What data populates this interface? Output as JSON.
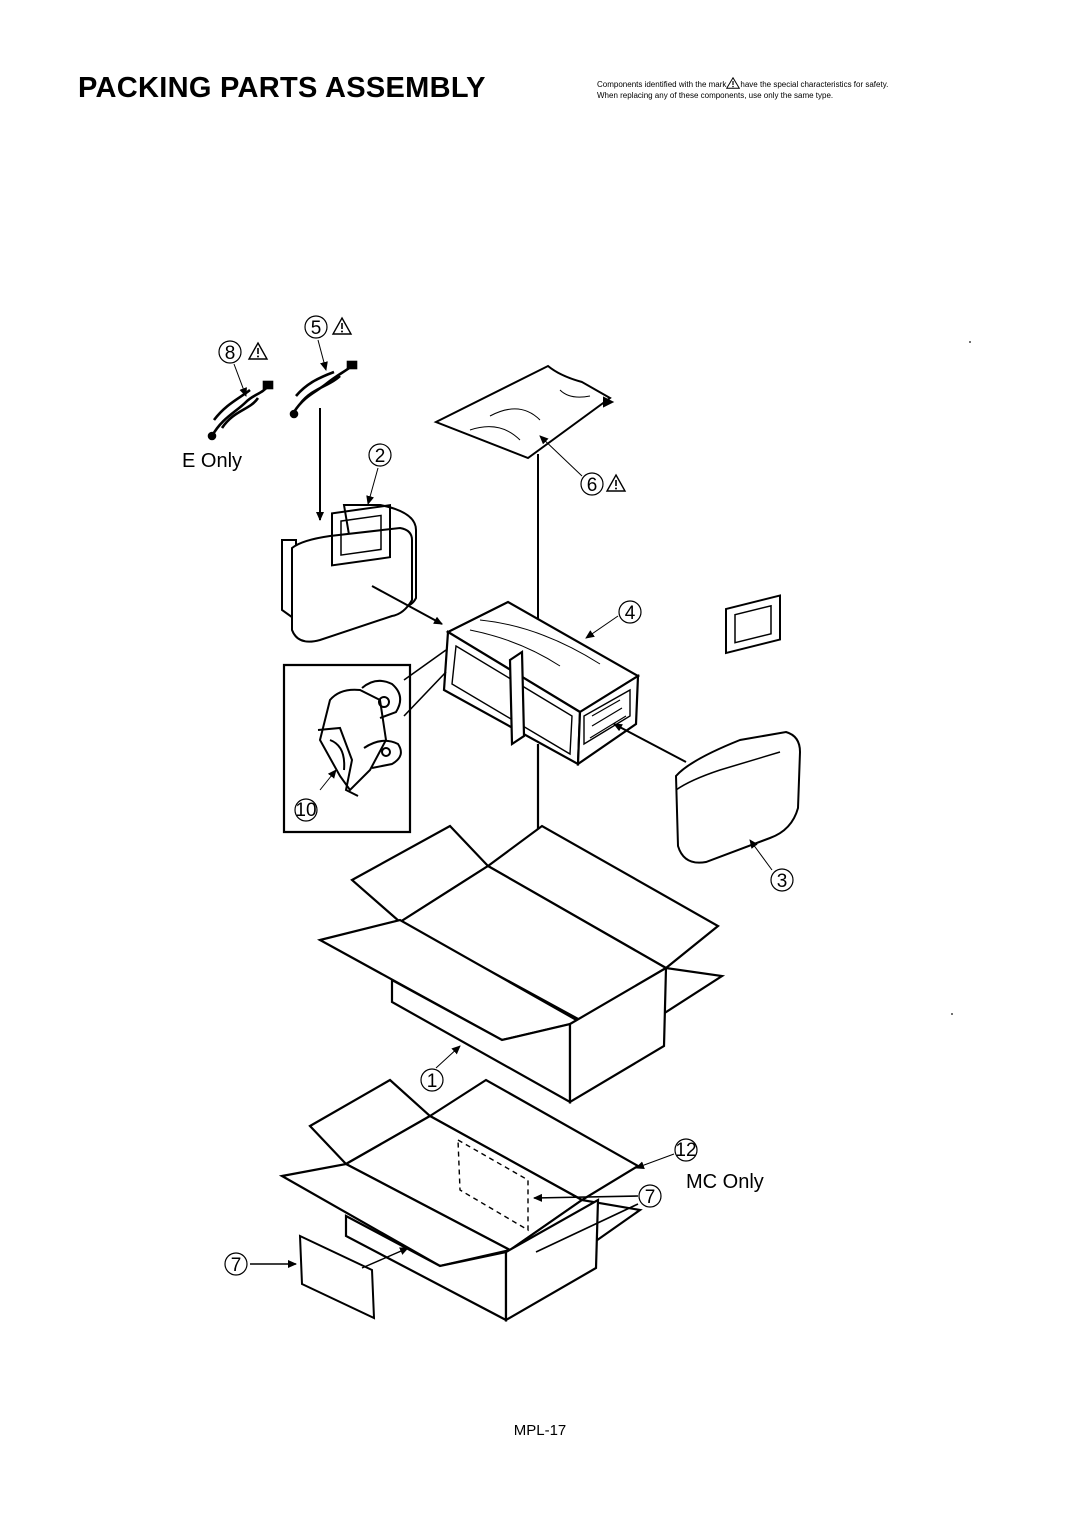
{
  "header": {
    "title": "PACKING PARTS ASSEMBLY",
    "safety_line1_a": "Components identified with the mark",
    "safety_line1_b": "have the special characteristics for safety.",
    "safety_line2": "When replacing any of these components, use only the same type."
  },
  "labels": {
    "e_only": "E Only",
    "mc_only": "MC Only"
  },
  "callouts": {
    "c1": "1",
    "c2": "2",
    "c3": "3",
    "c4": "4",
    "c5": "5",
    "c6": "6",
    "c7a": "7",
    "c7b": "7",
    "c8": "8",
    "c10": "10",
    "c12": "12"
  },
  "footer": {
    "page_id": "MPL-17"
  },
  "icons": {
    "safety_mark": "warning-triangle-icon"
  }
}
